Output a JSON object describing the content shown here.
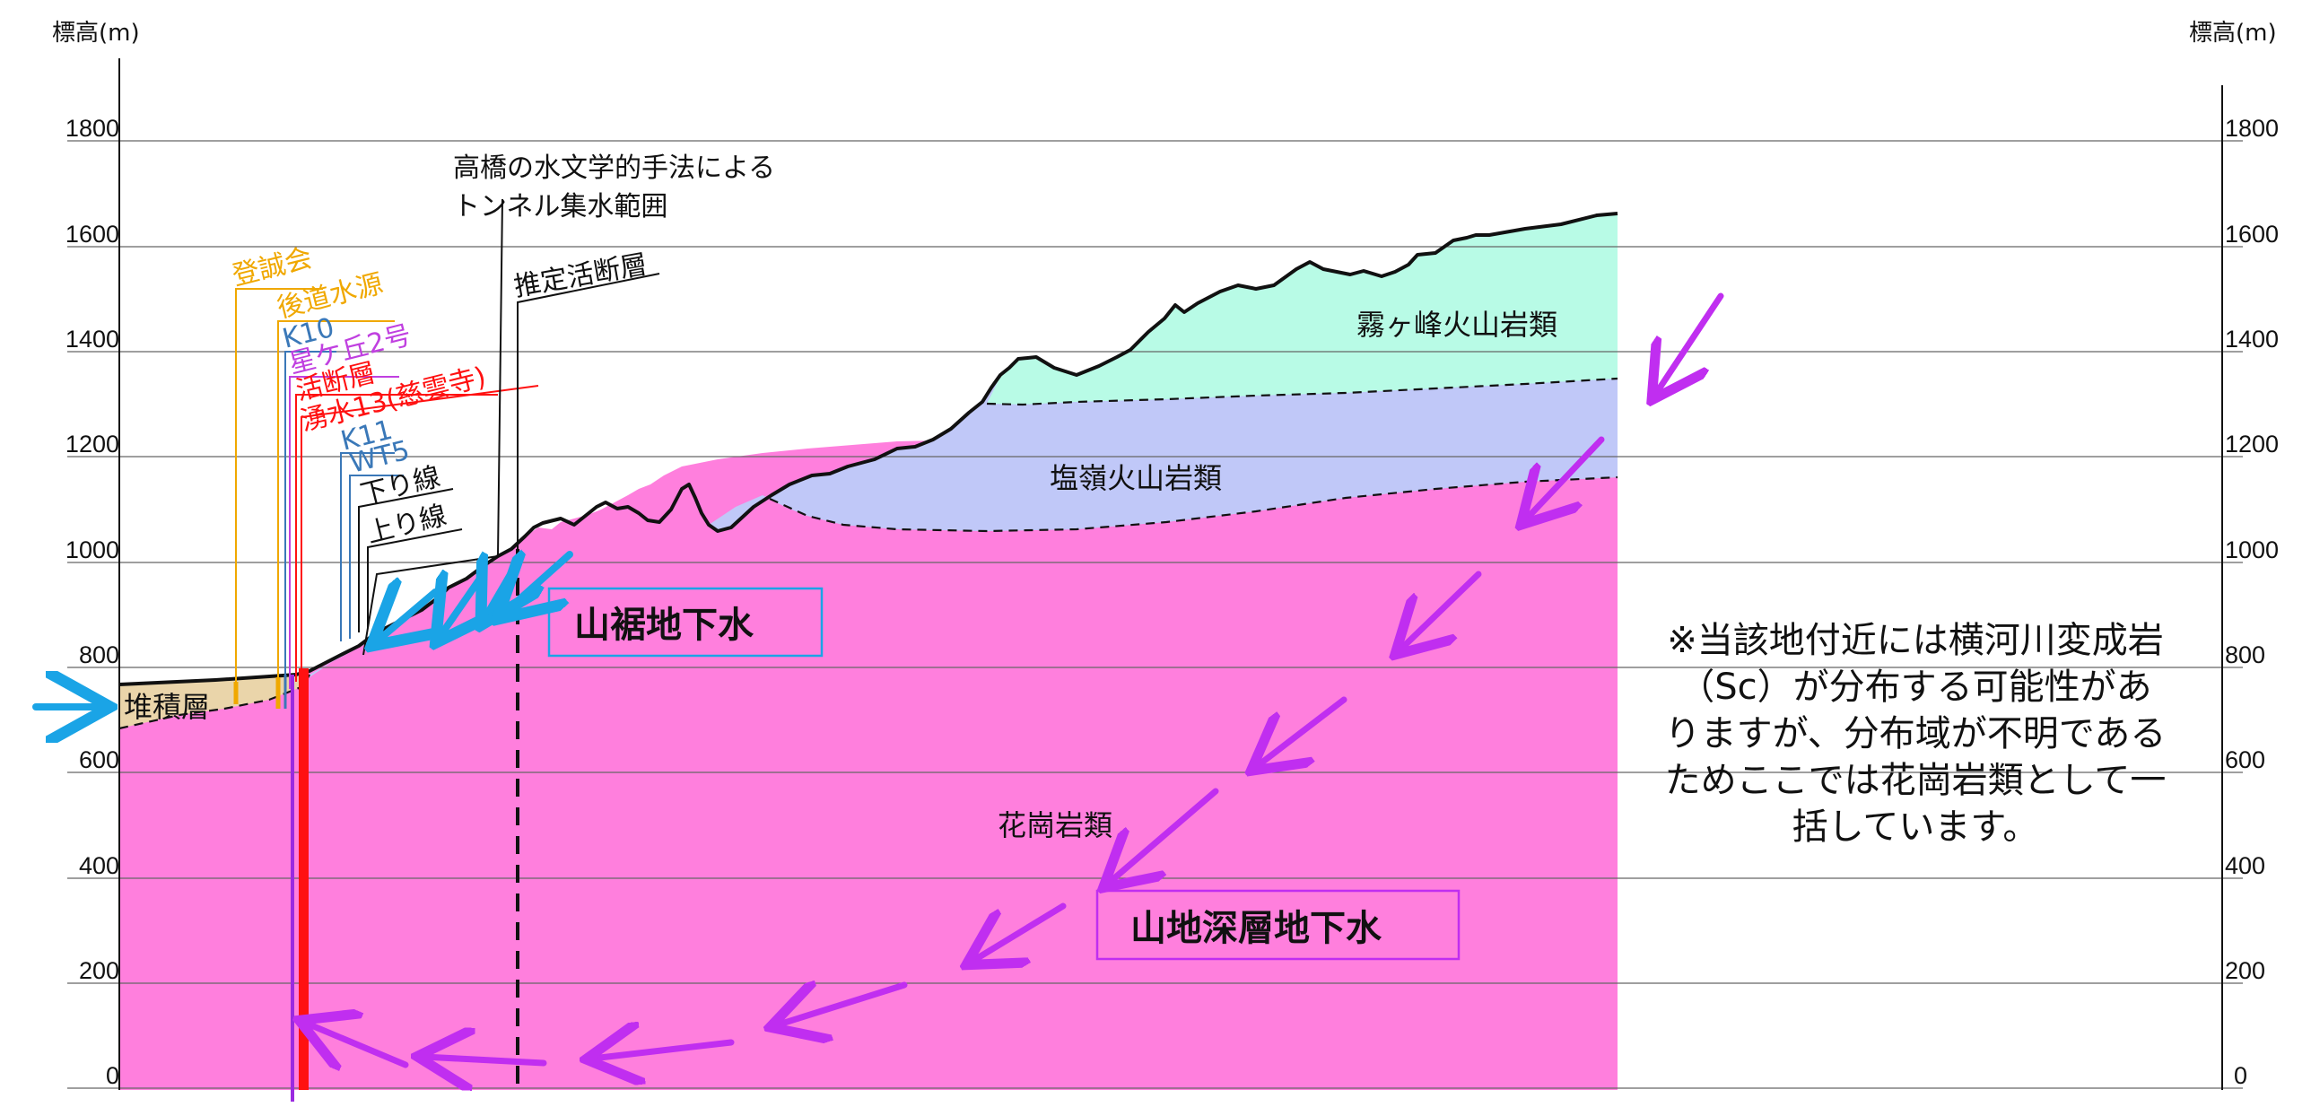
{
  "axis": {
    "unit_left": "標高(m)",
    "unit_right": "標高(m)",
    "ticks": [
      "0",
      "200",
      "400",
      "600",
      "800",
      "1000",
      "1200",
      "1400",
      "1600",
      "1800"
    ]
  },
  "strata": {
    "kirigamine": "霧ヶ峰火山岩類",
    "shiojiri": "塩嶺火山岩類",
    "granite": "花崗岩類",
    "sediment": "堆積層"
  },
  "labels": {
    "takahashi_line1": "高橋の水文学的手法による",
    "takahashi_line2": "トンネル集水範囲",
    "estimated_fault": "推定活断層",
    "toseikai": "登誠会",
    "gotou_source": "後道水源",
    "k10": "K10",
    "hoshigaoka": "星ケ丘2号",
    "fault": "活断層",
    "spring13": "湧水13(慈雲寺)",
    "k11": "K11",
    "wt5": "WT5",
    "down_line": "下り線",
    "up_line": "上り線"
  },
  "boxes": {
    "foothill": "山裾地下水",
    "deep": "山地深層地下水"
  },
  "note": "※当該地付近には横河川変成岩（Sc）が分布する可能性がありますが、分布域が不明であるためここでは花崗岩類として一括しています。",
  "colors": {
    "granite": "#ff7fdd",
    "shiojiri": "#c0c8f8",
    "kirigamine": "#b8fbe6",
    "sediment": "#ead5aa",
    "arrow_blue": "#1aa4e6",
    "arrow_purple": "#c02ef0",
    "fault_red": "#ff1111",
    "orange": "#f0a800",
    "steel_blue": "#3a78b8",
    "violet": "#9a2ae0"
  }
}
